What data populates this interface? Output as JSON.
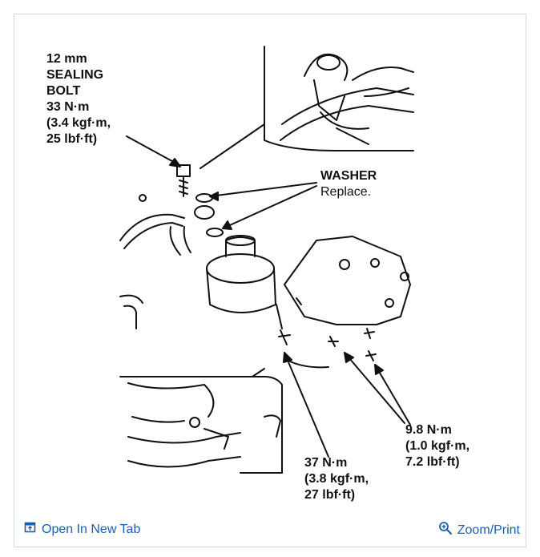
{
  "diagram": {
    "sealing_bolt": {
      "line1": "12 mm",
      "line2": "SEALING",
      "line3": "BOLT",
      "line4": "33 N·m",
      "line5": "(3.4 kgf·m,",
      "line6": "25 lbf·ft)"
    },
    "washer": {
      "title": "WASHER",
      "note": "Replace."
    },
    "torque_bracket": {
      "line1": "9.8 N·m",
      "line2": "(1.0 kgf·m,",
      "line3": "7.2 lbf·ft)"
    },
    "torque_fitting": {
      "line1": "37 N·m",
      "line2": "(3.8 kgf·m,",
      "line3": "27 lbf·ft)"
    }
  },
  "footer": {
    "open_tab_label": "Open In New Tab",
    "zoom_label": "Zoom/Print",
    "open_tab_icon": "open-in-new-tab-icon",
    "zoom_icon": "magnifier-zoom-icon",
    "link_color": "#1e5fa8"
  }
}
